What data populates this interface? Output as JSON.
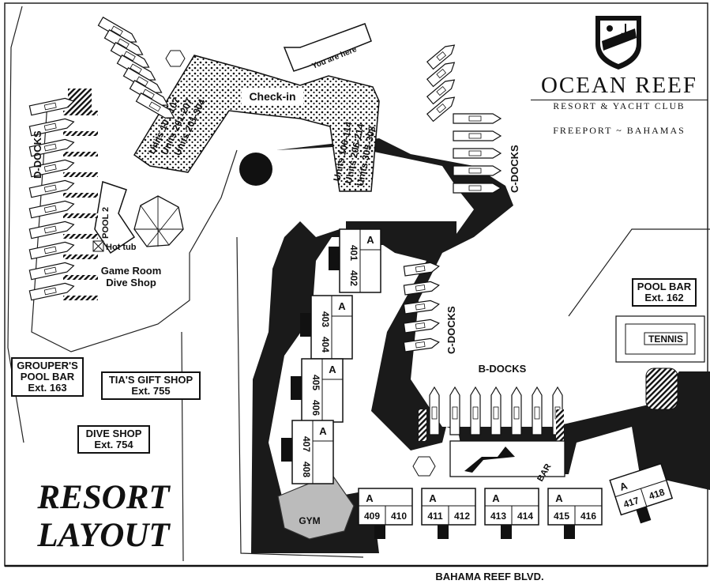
{
  "brand": {
    "name": "OCEAN REEF",
    "subtitle": "RESORT & YACHT CLUB",
    "location": "FREEPORT ~ BAHAMAS"
  },
  "title": [
    "RESORT",
    "LAYOUT"
  ],
  "street": "BAHAMA REEF BLVD.",
  "docks": {
    "d": "D-DOCKS",
    "c_upper": "C-DOCKS",
    "c_lower": "C-DOCKS",
    "b": "B-DOCKS"
  },
  "areas": {
    "check_in": "Check-in",
    "you_are_here": "You are here",
    "pool2": "POOL 2",
    "hot_tub": "Hot tub",
    "game_room": [
      "Game Room",
      "Dive Shop"
    ],
    "tennis": "TENNIS",
    "gym": "GYM",
    "bar": "BAR"
  },
  "unit_groups": {
    "west": [
      "Units 101-107",
      "Units 201-207",
      "Units 201-304"
    ],
    "east": [
      "Units 106-114",
      "Units 206-214",
      "Units 305-308"
    ]
  },
  "amenities": [
    {
      "id": "groupers",
      "lines": [
        "GROUPER'S",
        "POOL BAR",
        "Ext. 163"
      ]
    },
    {
      "id": "tias",
      "lines": [
        "TIA'S GIFT SHOP",
        "Ext. 755"
      ]
    },
    {
      "id": "dive",
      "lines": [
        "DIVE SHOP",
        "Ext. 754"
      ]
    },
    {
      "id": "poolbar",
      "lines": [
        "POOL BAR",
        "Ext. 162"
      ]
    }
  ],
  "buildings_vertical": [
    {
      "letter": "A",
      "units": [
        "401",
        "402"
      ]
    },
    {
      "letter": "A",
      "units": [
        "403",
        "404"
      ]
    },
    {
      "letter": "A",
      "units": [
        "405",
        "406"
      ]
    },
    {
      "letter": "A",
      "units": [
        "407",
        "408"
      ]
    }
  ],
  "buildings_horizontal": [
    {
      "letter": "A",
      "units": [
        "409",
        "410"
      ]
    },
    {
      "letter": "A",
      "units": [
        "411",
        "412"
      ]
    },
    {
      "letter": "A",
      "units": [
        "413",
        "414"
      ]
    },
    {
      "letter": "A",
      "units": [
        "415",
        "416"
      ]
    },
    {
      "letter": "A",
      "units": [
        "417",
        "418"
      ]
    }
  ]
}
